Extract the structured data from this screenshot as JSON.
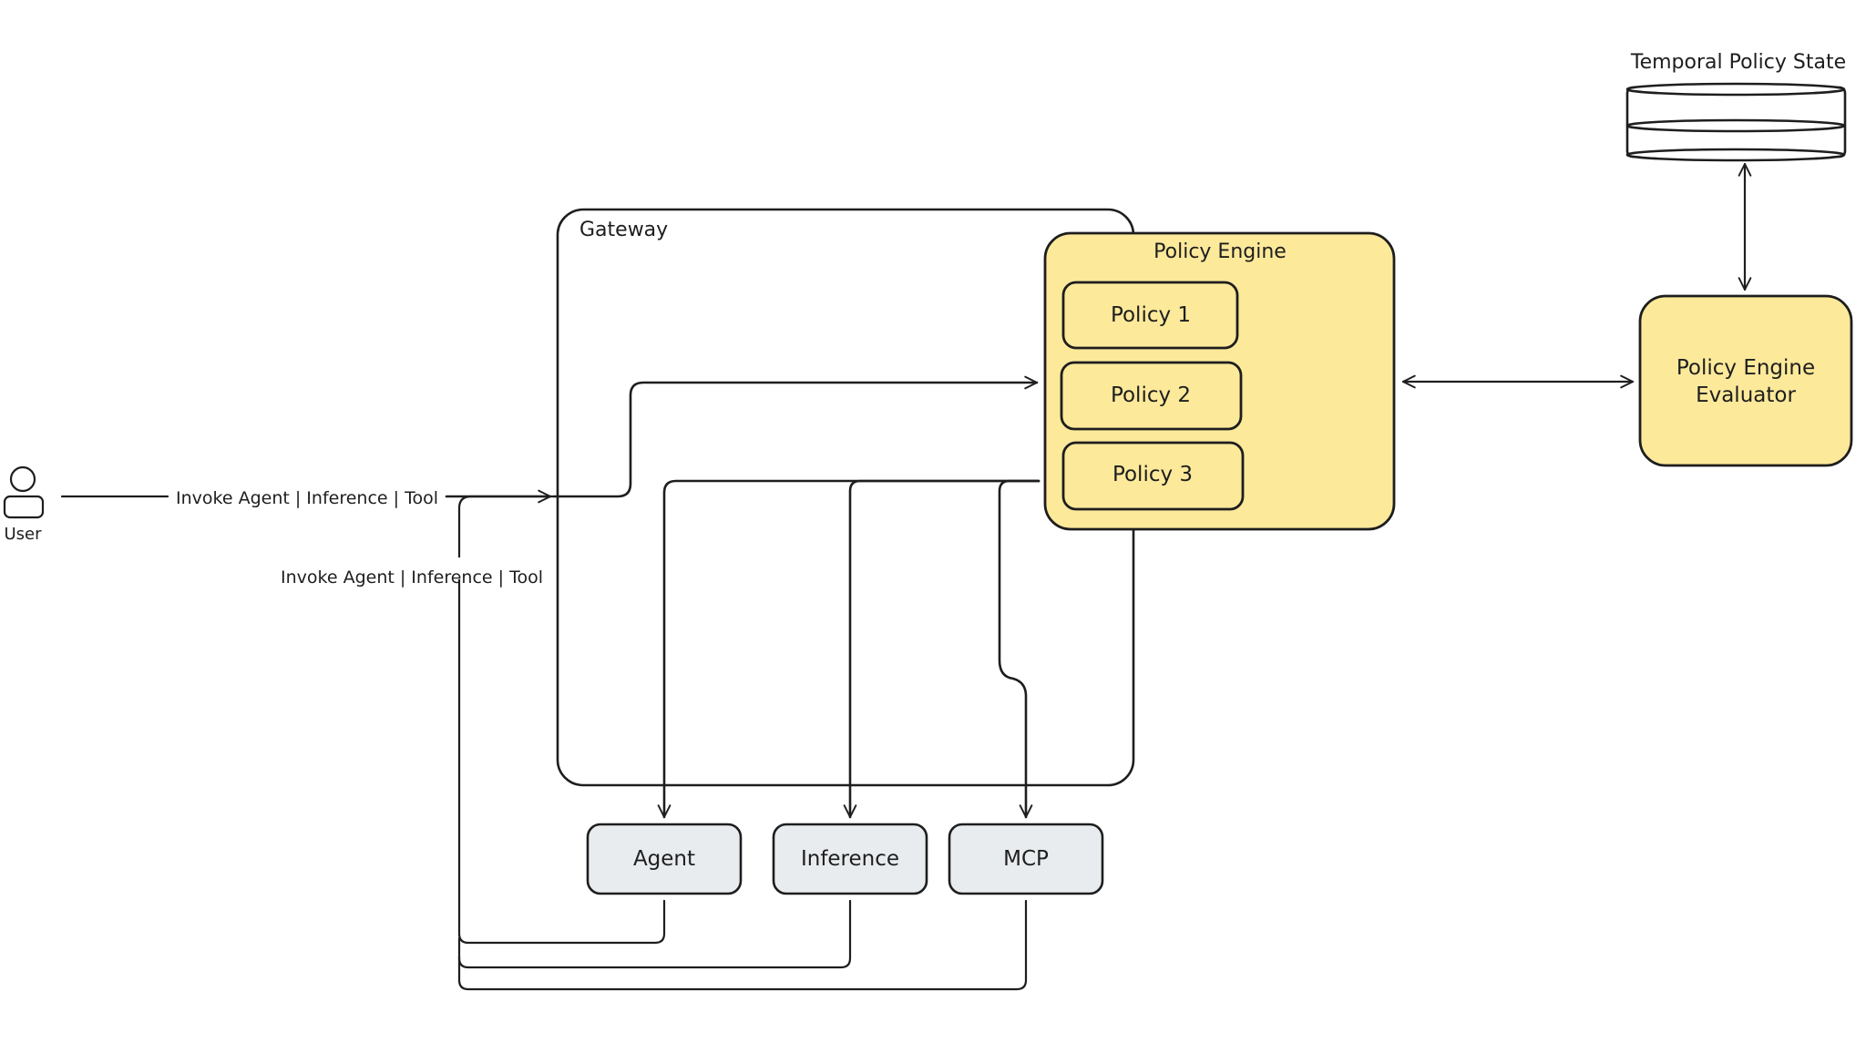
{
  "labels": {
    "gateway": "Gateway",
    "policy_engine": "Policy Engine",
    "policies": [
      "Policy 1",
      "Policy 2",
      "Policy 3"
    ],
    "evaluator_line1": "Policy Engine",
    "evaluator_line2": "Evaluator",
    "temporal_state": "Temporal Policy State",
    "user": "User",
    "request_label": "Invoke Agent | Inference | Tool",
    "response_label": "Invoke Agent | Inference | Tool",
    "agent": "Agent",
    "inference": "Inference",
    "mcp": "MCP"
  },
  "colors": {
    "policy_fill": "#fce99a",
    "service_fill": "#e9ecef",
    "stroke": "#1e1e1e",
    "background": "#ffffff"
  }
}
